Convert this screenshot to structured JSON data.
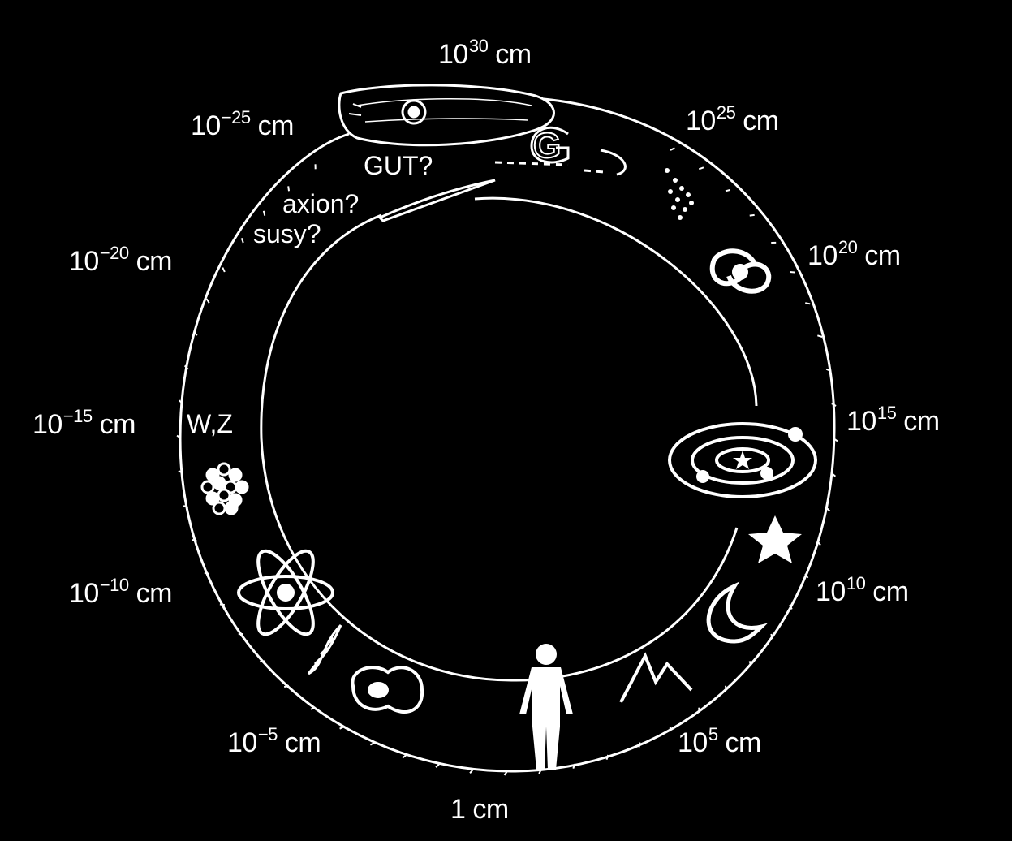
{
  "scale_labels": [
    {
      "base": "10",
      "exp": "30",
      "unit": "cm"
    },
    {
      "base": "10",
      "exp": "25",
      "unit": "cm"
    },
    {
      "base": "10",
      "exp": "20",
      "unit": "cm"
    },
    {
      "base": "10",
      "exp": "15",
      "unit": "cm"
    },
    {
      "base": "10",
      "exp": "10",
      "unit": "cm"
    },
    {
      "base": "10",
      "exp": "5",
      "unit": "cm"
    },
    {
      "base": "1",
      "exp": "",
      "unit": "cm"
    },
    {
      "base": "10",
      "exp": "−5",
      "unit": "cm"
    },
    {
      "base": "10",
      "exp": "−10",
      "unit": "cm"
    },
    {
      "base": "10",
      "exp": "−15",
      "unit": "cm"
    },
    {
      "base": "10",
      "exp": "−20",
      "unit": "cm"
    },
    {
      "base": "10",
      "exp": "−25",
      "unit": "cm"
    }
  ],
  "notes": {
    "gut": "GUT?",
    "axion": "axion?",
    "susy": "susy?",
    "wz": "W,Z",
    "gravity": "G"
  },
  "icons": [
    "snake-head-icon",
    "gravity-icon",
    "cluster-icon",
    "galaxy-icon",
    "solar-system-icon",
    "star-icon",
    "moon-icon",
    "mountain-icon",
    "human-icon",
    "cell-icon",
    "dna-icon",
    "atom-icon",
    "nucleus-icon"
  ],
  "colors": {
    "background": "#000000",
    "foreground": "#ffffff"
  }
}
